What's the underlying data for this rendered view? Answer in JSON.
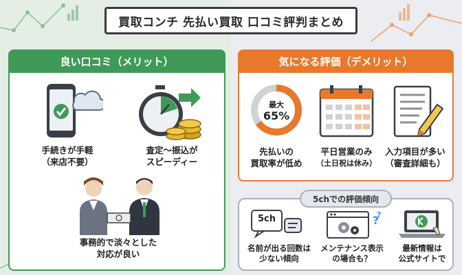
{
  "title": "買取コンチ 先払い買取 口コミ評判まとめ",
  "good": {
    "header": "良い口コミ（メリット）",
    "items": [
      {
        "line1": "手続きが手軽",
        "line2": "（来店不要）",
        "icon": "smartphone-check-icon"
      },
      {
        "line1": "査定〜振込が",
        "line2": "スピーディー",
        "icon": "stopwatch-coins-icon"
      },
      {
        "line1": "事務的で淡々とした",
        "line2": "対応が良い",
        "icon": "staff-handing-money-icon"
      }
    ]
  },
  "bad": {
    "header": "気になる評価（デメリット）",
    "gauge": {
      "label_top": "最大",
      "label_value": "65%",
      "fill_percent": 65
    },
    "items": [
      {
        "line1": "先払いの",
        "line2": "買取率が低め",
        "icon": "donut-gauge-icon"
      },
      {
        "line1": "平日営業のみ",
        "line2": "（土日祝は休み）",
        "icon": "calendar-icon"
      },
      {
        "line1": "入力項目が多い",
        "line2": "（審査詳細も）",
        "icon": "form-pencil-icon"
      }
    ]
  },
  "fivech": {
    "header": "5chでの評価傾向",
    "bubble_text": "5ch",
    "items": [
      {
        "line1": "名前が出る回数は",
        "line2": "少ない傾向",
        "icon": "chat-bubbles-icon"
      },
      {
        "line1": "メンテナンス表示",
        "line2": "の場合も？",
        "icon": "maintenance-window-icon"
      },
      {
        "line1": "最新情報は",
        "line2": "公式サイトで",
        "icon": "laptop-logo-icon"
      }
    ]
  },
  "colors": {
    "green": "#3f9a58",
    "orange": "#e8782c",
    "gray": "#aab0ba"
  }
}
